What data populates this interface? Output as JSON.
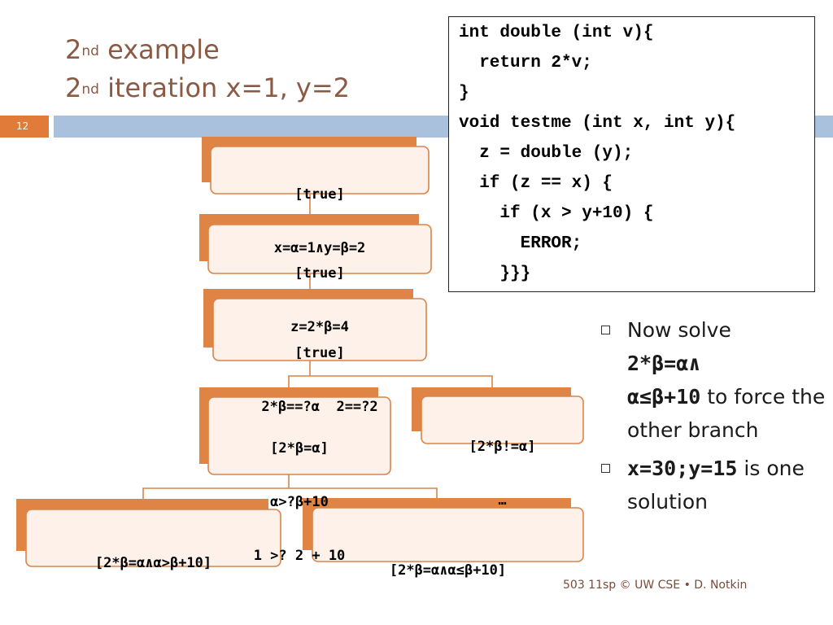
{
  "title": {
    "line1_prefix": "2",
    "line1_sup": "nd",
    "line1_rest": " example",
    "line2_prefix": "2",
    "line2_sup": "nd",
    "line2_rest": " iteration x=1, y=2"
  },
  "slide_number": "12",
  "code_lines": [
    "int double (int v){",
    "  return 2*v;",
    "}",
    "void testme (int x, int y){",
    "  z = double (y);",
    "  if (z == x) {",
    "    if (x > y+10) {",
    "      ERROR;",
    "    }}}"
  ],
  "tree": {
    "n1": {
      "line1": "[true]",
      "line2": "x=α=1∧y=β=2"
    },
    "n2": {
      "line1": "[true]",
      "line2": "z=2*β=4"
    },
    "n3": {
      "line1": "[true]",
      "line2": "2*β==?α  2==?2"
    },
    "n4": {
      "line1": "[2*β=α]",
      "line2": "α>?β+10",
      "line3": "1 >? 2 + 10"
    },
    "n5": {
      "line1": "[2*β!=α]",
      "line2": "…"
    },
    "n6": {
      "line1": "[2*β=α∧α>β+10]"
    },
    "n7": {
      "line1": "[2*β=α∧α≤β+10]"
    }
  },
  "bullets": {
    "b1": {
      "text1": "Now solve",
      "code1": "2*β=α∧",
      "code2": "α≤β+10",
      "text2": " to force the other branch"
    },
    "b2": {
      "code1": "x=30;y=15",
      "text1": " is one solution"
    }
  },
  "footer": "503 11sp © UW CSE  • D. Notkin",
  "colors": {
    "title": "#8a5a45",
    "accent": "#e07b39",
    "bar": "#a9c1dc",
    "node_fill": "#fdf1ea",
    "node_border": "#d9844a"
  }
}
